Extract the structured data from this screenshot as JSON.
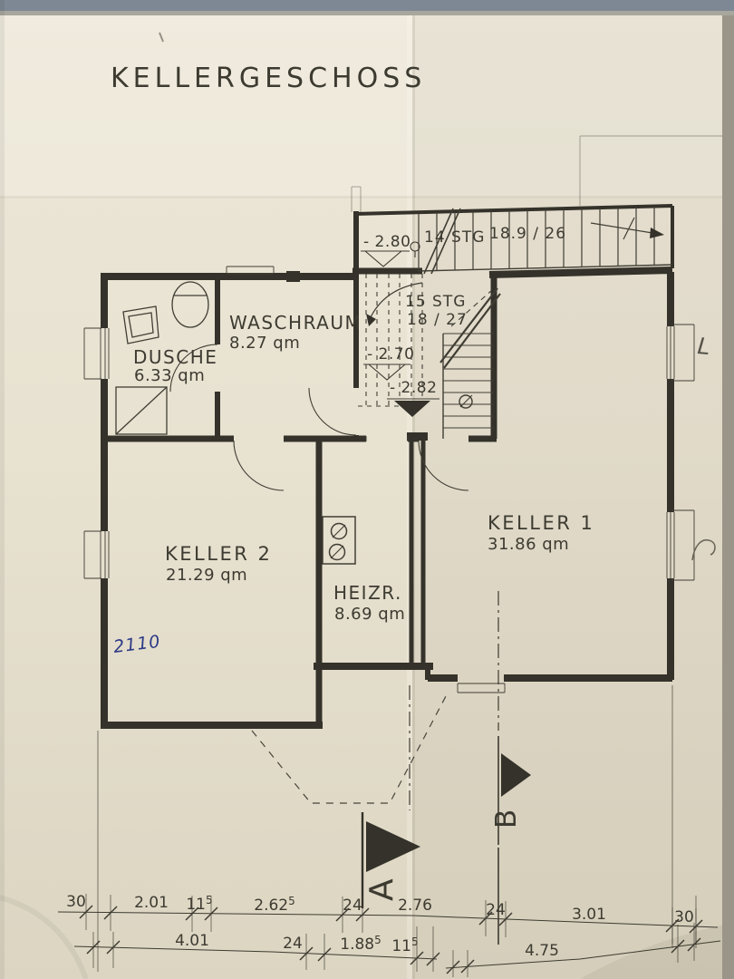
{
  "page": {
    "title": "KELLERGESCHOSS"
  },
  "rooms": {
    "waschraum": {
      "name": "WASCHRAUM",
      "area": "8.27 qm"
    },
    "dusche": {
      "name": "DUSCHE",
      "area": "6.33 qm"
    },
    "keller2": {
      "name": "KELLER 2",
      "area": "21.29 qm"
    },
    "heizr": {
      "name": "HEIZR.",
      "area": "8.69 qm"
    },
    "keller1": {
      "name": "KELLER 1",
      "area": "31.86 qm"
    }
  },
  "stairs": {
    "exterior": {
      "count": "14 STG",
      "ratio": "18.9 / 26"
    },
    "interior": {
      "count": "15 STG",
      "ratio": "18 / 27"
    }
  },
  "levels": {
    "entry": "- 2.80",
    "landing": "- 2.70",
    "floor": "- 2.82"
  },
  "sections": {
    "a": "A",
    "b": "B"
  },
  "handwriting": {
    "note": "2110",
    "window_mark": "L"
  },
  "dimensions": {
    "row1": [
      {
        "v": "30",
        "sup": ""
      },
      {
        "v": "2.01",
        "sup": ""
      },
      {
        "v": "11",
        "sup": "5"
      },
      {
        "v": "2.62",
        "sup": "5"
      },
      {
        "v": "24",
        "sup": ""
      },
      {
        "v": "2.76",
        "sup": ""
      },
      {
        "v": "24",
        "sup": ""
      },
      {
        "v": "3.01",
        "sup": ""
      },
      {
        "v": "30",
        "sup": ""
      }
    ],
    "row2": [
      {
        "v": "4.01",
        "sup": ""
      },
      {
        "v": "24",
        "sup": ""
      },
      {
        "v": "1.88",
        "sup": "5"
      },
      {
        "v": "11",
        "sup": "5"
      }
    ],
    "row3": [
      {
        "v": "4.75",
        "sup": ""
      }
    ]
  },
  "colors": {
    "ink": "#34322a",
    "paper": "#e9e3d3",
    "handwriting_blue": "#2c3a86"
  }
}
